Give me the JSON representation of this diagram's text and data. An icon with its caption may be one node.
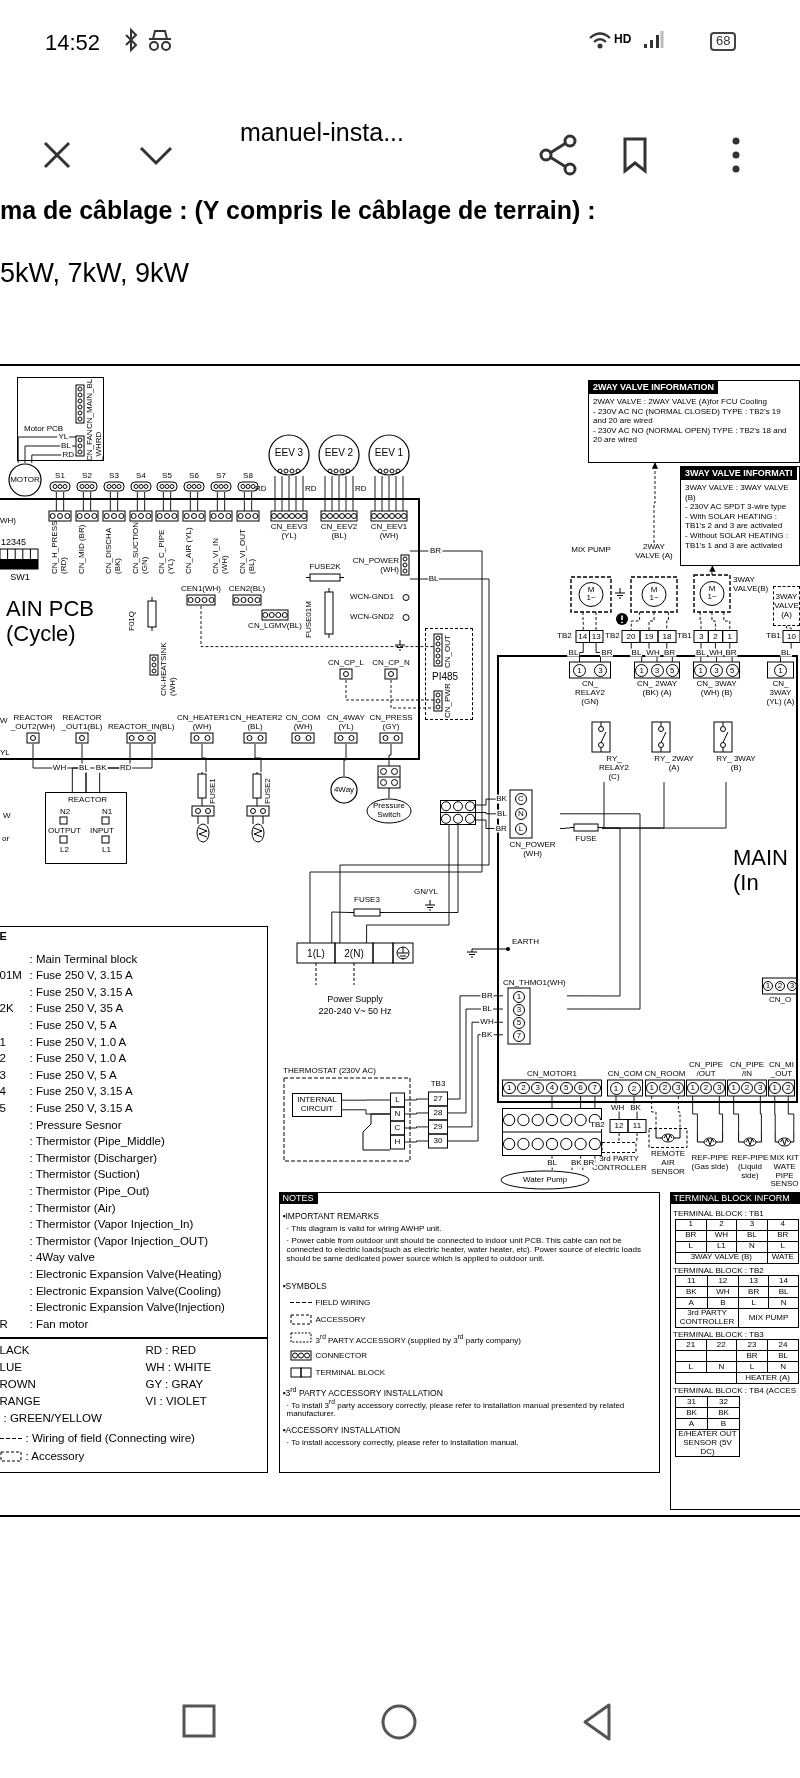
{
  "diagram": {
    "nodes": [
      {
        "text": [
          "AIN PCB (Cycle)"
        ]
      },
      {
        "text": [
          "Motor PCB"
        ]
      },
      {
        "text": [
          "CN_MAIN_BL"
        ],
        "in": 1
      },
      {
        "text": [
          "CN_FAN _WHRD"
        ],
        "in": 1
      },
      {
        "text": [
          "MOTOR"
        ]
      },
      {
        "text": [
          "12345",
          "SW1"
        ],
        "in": 0
      },
      {
        "text": [
          "S1"
        ]
      },
      {
        "text": [
          "S2"
        ]
      },
      {
        "text": [
          "S3"
        ]
      },
      {
        "text": [
          "S4"
        ]
      },
      {
        "text": [
          "S5"
        ]
      },
      {
        "text": [
          "S6"
        ]
      },
      {
        "text": [
          "S7"
        ]
      },
      {
        "text": [
          "S8"
        ]
      },
      {
        "text": [
          "CN_H_PRESS (RD)"
        ],
        "in": 0
      },
      {
        "text": [
          "CN_MID (BR)"
        ],
        "in": 0
      },
      {
        "text": [
          "CN_DISCHA (BK)"
        ],
        "in": 0
      },
      {
        "text": [
          "CN_SUCTION (GN)"
        ],
        "in": 0
      },
      {
        "text": [
          "CN_C_PIPE (YL)"
        ],
        "in": 0
      },
      {
        "text": [
          "CN_AIR (YL)"
        ],
        "in": 0
      },
      {
        "text": [
          "CN_VI_IN (WH)"
        ],
        "in": 0
      },
      {
        "text": [
          "CN_VI_OUT (BL)"
        ],
        "in": 0
      },
      {
        "text": [
          "EEV 3"
        ]
      },
      {
        "text": [
          "EEV 2"
        ]
      },
      {
        "text": [
          "EEV 1"
        ]
      },
      {
        "text": [
          "CN_EEV3 (YL)"
        ],
        "in": 0
      },
      {
        "text": [
          "CN_EEV2 (BL)"
        ],
        "in": 0
      },
      {
        "text": [
          "CN_EEV1 (WH)"
        ],
        "in": 0
      },
      {
        "text": [
          "CN_POWER (WH)"
        ],
        "in": 0
      },
      {
        "text": [
          "FUSE2K"
        ],
        "in": 0
      },
      {
        "text": [
          "WCN-GND1"
        ],
        "in": 0
      },
      {
        "text": [
          "WCN-GND2"
        ],
        "in": 0
      },
      {
        "text": [
          "CEN1(WH)"
        ],
        "in": 0
      },
      {
        "text": [
          "CEN2(BL)"
        ],
        "in": 0
      },
      {
        "text": [
          "CN_LGMV(BL)"
        ],
        "in": 0
      },
      {
        "text": [
          "F01Q"
        ],
        "in": 0
      },
      {
        "text": [
          "FUSE01M"
        ],
        "in": 0
      },
      {
        "text": [
          "CN-HEATSINK (WH)"
        ],
        "in": 0
      },
      {
        "text": [
          "CN_CP_L"
        ],
        "in": 0
      },
      {
        "text": [
          "CN_CP_N"
        ],
        "in": 0
      },
      {
        "text": [
          "REACTOR _OUT2(WH)"
        ],
        "in": 0
      },
      {
        "text": [
          "REACTOR _OUT1(BL)"
        ],
        "in": 0
      },
      {
        "text": [
          "REACTOR_IN(BL)"
        ],
        "in": 0
      },
      {
        "text": [
          "CN_HEATER1 (WH)"
        ],
        "in": 0
      },
      {
        "text": [
          "CN_HEATER2 (BL)"
        ],
        "in": 0
      },
      {
        "text": [
          "CN_COM (WH)"
        ],
        "in": 0
      },
      {
        "text": [
          "CN_4WAY (YL)"
        ],
        "in": 0
      },
      {
        "text": [
          "CN_PRESS (GY)"
        ],
        "in": 0
      },
      {
        "text": [
          "PI485"
        ]
      },
      {
        "text": [
          "CN_OUT"
        ],
        "in": 48
      },
      {
        "text": [
          "CN_PWR"
        ],
        "in": 48
      },
      {
        "text": [
          "REACTOR",
          "N2",
          "N1",
          "OUTPUT",
          "INPUT",
          "L2",
          "L1"
        ]
      },
      {
        "text": [
          "FUSE1"
        ]
      },
      {
        "text": [
          "FUSE2"
        ]
      },
      {
        "text": [
          "4Way"
        ]
      },
      {
        "text": [
          "Pressure Switch"
        ]
      },
      {
        "text": [
          "1(L)",
          "2(N)"
        ],
        "beside": [
          "Power Supply",
          "220-240 V~ 50 Hz"
        ]
      },
      {
        "text": [
          "FUSE3"
        ]
      },
      {
        "text": [],
        "shape": "box"
      },
      {
        "text": [
          "MAIN (In"
        ]
      },
      {
        "text": [
          "C",
          "N",
          "L",
          "CN_POWER (WH)"
        ],
        "in": 59
      },
      {
        "text": [
          "FUSE"
        ],
        "in": 59
      },
      {
        "text": [
          "1",
          "3",
          "CN_ RELAY2 (GN)"
        ],
        "in": 59
      },
      {
        "text": [
          "RY_ RELAY2 (C)"
        ],
        "in": 59
      },
      {
        "text": [
          "1",
          "3",
          "5",
          "CN_ 2WAY (BK) (A)"
        ],
        "in": 59
      },
      {
        "text": [
          "RY_ 2WAY (A)"
        ],
        "in": 59
      },
      {
        "text": [
          "1",
          "3",
          "5",
          "CN_ 3WAY (WH) (B)"
        ],
        "in": 59
      },
      {
        "text": [
          "RY_ 3WAY (B)"
        ],
        "in": 59
      },
      {
        "text": [
          "1",
          "CN_ 3WAY (YL) (A)"
        ],
        "in": 59
      },
      {
        "text": [
          "CN_THMO1(WH)",
          "1",
          "3",
          "5",
          "7"
        ],
        "in": 59
      },
      {
        "text": [
          "CN_MOTOR1",
          "1",
          "2",
          "3",
          "4",
          "5",
          "6",
          "7"
        ],
        "in": 59
      },
      {
        "text": [
          "CN_COM",
          "1",
          "2"
        ],
        "in": 59
      },
      {
        "text": [
          "CN_ROOM",
          "1",
          "2",
          "3"
        ],
        "in": 59
      },
      {
        "text": [
          "CN_PIPE /OUT",
          "1",
          "2",
          "3"
        ],
        "in": 59
      },
      {
        "text": [
          "CN_PIPE /IN",
          "1",
          "2",
          "3"
        ],
        "in": 59
      },
      {
        "text": [
          "CN_MI _OUT",
          "1",
          "2"
        ],
        "in": 59
      },
      {
        "text": [
          "1",
          "2",
          "3",
          "CN_O"
        ],
        "in": 59
      },
      {
        "text": [],
        "shape": "box"
      },
      {
        "text": [
          "Water Pump"
        ]
      },
      {
        "text": [
          "TB2",
          "12",
          "11"
        ]
      },
      {
        "text": [
          "3rd PARTY CONTROLLER"
        ]
      },
      {
        "text": [
          "REMOTE AIR SENSOR"
        ]
      },
      {
        "text": [
          "REF-PIPE (Gas side)"
        ]
      },
      {
        "text": [
          "REF-PIPE (Liquid side)"
        ]
      },
      {
        "text": [
          "MIX KIT WATE PIPE SENSO"
        ]
      },
      {
        "text": [
          "THERMOSTAT (230V AC)"
        ]
      },
      {
        "text": [
          "INTERNAL CIRCUIT"
        ],
        "in": 85
      },
      {
        "text": [
          "L",
          "N",
          "C",
          "H"
        ],
        "in": 85
      },
      {
        "text": [
          "TB3",
          "27",
          "28",
          "29",
          "30"
        ]
      },
      {
        "text": [
          "MIX PUMP",
          "M 1~"
        ]
      },
      {
        "text": [
          "2WAY VALVE (A)",
          "M 1~"
        ]
      },
      {
        "text": [
          "3WAY VALVE(B)",
          "M 1~"
        ]
      },
      {
        "text": [
          "3WAY VALVE (A)"
        ]
      },
      {
        "text": [
          "TB2",
          "14",
          "13"
        ]
      },
      {
        "text": [
          "TB2",
          "20",
          "19",
          "18"
        ]
      },
      {
        "text": [
          "TB1",
          "3",
          "2",
          "1"
        ]
      },
      {
        "text": [
          "TB1",
          "10"
        ]
      },
      {
        "text": [
          "2WAY VALVE INFORMATION",
          "2WAY VALVE : 2WAY VALVE (A)for FCU Cooling",
          "- 230V AC NC (NORMAL CLOSED) TYPE : TB2’s 19 and 20 are wired",
          "- 230V AC NO (NORMAL OPEN) TYPE : TB2’s 18 and 20 are wired"
        ]
      },
      {
        "text": [
          "3WAY VALVE INFORMATI",
          "3WAY VALVE : 3WAY VALVE (B)",
          "- 230V AC SPDT 3-wire type",
          "- With SOLAR HEATING :",
          "TB1’s 2 and 3 are activated",
          "- Without SOLAR HEATING :",
          "TB1’s 1 and 3 are activated"
        ]
      }
    ],
    "edges": [
      {
        "from": 4,
        "to": 3,
        "arrow": "none",
        "label": "YL"
      },
      {
        "from": 4,
        "to": 3,
        "arrow": "none",
        "label": "BL"
      },
      {
        "from": 4,
        "to": 3,
        "arrow": "none",
        "label": "RD"
      },
      {
        "from": 6,
        "to": 14,
        "arrow": "none"
      },
      {
        "from": 6,
        "to": 14,
        "arrow": "none"
      },
      {
        "from": 7,
        "to": 15,
        "arrow": "none"
      },
      {
        "from": 7,
        "to": 15,
        "arrow": "none"
      },
      {
        "from": 8,
        "to": 16,
        "arrow": "none"
      },
      {
        "from": 8,
        "to": 16,
        "arrow": "none"
      },
      {
        "from": 9,
        "to": 17,
        "arrow": "none"
      },
      {
        "from": 9,
        "to": 17,
        "arrow": "none"
      },
      {
        "from": 10,
        "to": 18,
        "arrow": "none"
      },
      {
        "from": 10,
        "to": 18,
        "arrow": "none"
      },
      {
        "from": 11,
        "to": 19,
        "arrow": "none"
      },
      {
        "from": 11,
        "to": 19,
        "arrow": "none"
      },
      {
        "from": 12,
        "to": 20,
        "arrow": "none"
      },
      {
        "from": 12,
        "to": 20,
        "arrow": "none"
      },
      {
        "from": 13,
        "to": 21,
        "arrow": "none"
      },
      {
        "from": 13,
        "to": 21,
        "arrow": "none"
      },
      {
        "from": 22,
        "to": 25,
        "arrow": "none"
      },
      {
        "from": 22,
        "to": 25,
        "arrow": "none"
      },
      {
        "from": 22,
        "to": 25,
        "arrow": "none"
      },
      {
        "from": 22,
        "to": 25,
        "arrow": "none"
      },
      {
        "from": 22,
        "to": 25,
        "arrow": "none"
      },
      {
        "from": 23,
        "to": 26,
        "arrow": "none"
      },
      {
        "from": 23,
        "to": 26,
        "arrow": "none"
      },
      {
        "from": 23,
        "to": 26,
        "arrow": "none"
      },
      {
        "from": 23,
        "to": 26,
        "arrow": "none"
      },
      {
        "from": 23,
        "to": 26,
        "arrow": "none"
      },
      {
        "from": 24,
        "to": 27,
        "arrow": "none"
      },
      {
        "from": 24,
        "to": 27,
        "arrow": "none"
      },
      {
        "from": 24,
        "to": 27,
        "arrow": "none"
      },
      {
        "from": 24,
        "to": 27,
        "arrow": "none"
      },
      {
        "from": 24,
        "to": 27,
        "arrow": "none"
      },
      {
        "from": 28,
        "to": 56,
        "arrow": "none",
        "label": "BR"
      },
      {
        "from": 28,
        "to": 56,
        "arrow": "none",
        "label": "BL"
      },
      {
        "from": 56,
        "to": 57,
        "arrow": "none"
      },
      {
        "from": 57,
        "to": 58,
        "arrow": "none"
      },
      {
        "from": 56,
        "to": 58,
        "arrow": "none"
      },
      {
        "from": 58,
        "to": 60,
        "arrow": "none",
        "label": "BK"
      },
      {
        "from": 58,
        "to": 60,
        "arrow": "none",
        "label": "BL"
      },
      {
        "from": 58,
        "to": 60,
        "arrow": "none",
        "label": "BR"
      },
      {
        "from": 32,
        "to": 49,
        "arrow": "none",
        "style": "dashed"
      },
      {
        "from": 38,
        "to": 50,
        "arrow": "none",
        "style": "dashed"
      },
      {
        "from": 39,
        "to": 50,
        "arrow": "none",
        "style": "dashed"
      },
      {
        "from": 40,
        "to": 51,
        "arrow": "none",
        "label": "WH"
      },
      {
        "from": 41,
        "to": 51,
        "arrow": "none",
        "label": "BL"
      },
      {
        "from": 42,
        "to": 51,
        "arrow": "none",
        "label": "BK"
      },
      {
        "from": 42,
        "to": 51,
        "arrow": "none",
        "label": "RD"
      },
      {
        "from": 43,
        "to": 52,
        "arrow": "none"
      },
      {
        "from": 44,
        "to": 53,
        "arrow": "none"
      },
      {
        "from": 46,
        "to": 54,
        "arrow": "none"
      },
      {
        "from": 47,
        "to": 55,
        "arrow": "none"
      },
      {
        "from": 90,
        "to": 97,
        "arrow": "to",
        "style": "dashed"
      },
      {
        "from": 91,
        "to": 98,
        "arrow": "to",
        "style": "dashed"
      },
      {
        "from": 89,
        "to": 93,
        "arrow": "none",
        "style": "dashed"
      },
      {
        "from": 89,
        "to": 93,
        "arrow": "none",
        "style": "dashed"
      },
      {
        "from": 90,
        "to": 94,
        "arrow": "none",
        "style": "dashed"
      },
      {
        "from": 90,
        "to": 94,
        "arrow": "none",
        "style": "dashed"
      },
      {
        "from": 90,
        "to": 94,
        "arrow": "none",
        "style": "dashed"
      },
      {
        "from": 91,
        "to": 95,
        "arrow": "none",
        "style": "dashed"
      },
      {
        "from": 91,
        "to": 95,
        "arrow": "none",
        "style": "dashed"
      },
      {
        "from": 91,
        "to": 95,
        "arrow": "none",
        "style": "dashed"
      },
      {
        "from": 92,
        "to": 96,
        "arrow": "none",
        "style": "dashed"
      },
      {
        "from": 93,
        "to": 62,
        "arrow": "none",
        "label": "BL"
      },
      {
        "from": 93,
        "to": 62,
        "arrow": "none",
        "label": "BR"
      },
      {
        "from": 94,
        "to": 64,
        "arrow": "none",
        "label": "BL"
      },
      {
        "from": 94,
        "to": 64,
        "arrow": "none",
        "label": "WH"
      },
      {
        "from": 94,
        "to": 64,
        "arrow": "none",
        "label": "BR"
      },
      {
        "from": 95,
        "to": 66,
        "arrow": "none",
        "label": "BL"
      },
      {
        "from": 95,
        "to": 66,
        "arrow": "none",
        "label": "WH"
      },
      {
        "from": 95,
        "to": 66,
        "arrow": "none",
        "label": "BR"
      },
      {
        "from": 96,
        "to": 68,
        "arrow": "none",
        "label": "BL"
      },
      {
        "from": 60,
        "to": 61,
        "arrow": "none"
      },
      {
        "from": 61,
        "to": 63,
        "arrow": "none"
      },
      {
        "from": 61,
        "to": 65,
        "arrow": "none"
      },
      {
        "from": 61,
        "to": 67,
        "arrow": "none"
      },
      {
        "from": 61,
        "to": 69,
        "arrow": "none"
      },
      {
        "from": 60,
        "to": 69,
        "arrow": "none"
      },
      {
        "from": 69,
        "to": 88,
        "arrow": "none",
        "label": "BR"
      },
      {
        "from": 69,
        "to": 88,
        "arrow": "none",
        "label": "BL"
      },
      {
        "from": 69,
        "to": 88,
        "arrow": "none",
        "label": "WH"
      },
      {
        "from": 69,
        "to": 88,
        "arrow": "none",
        "label": "BK"
      },
      {
        "from": 87,
        "to": 88,
        "arrow": "none"
      },
      {
        "from": 87,
        "to": 88,
        "arrow": "none"
      },
      {
        "from": 87,
        "to": 88,
        "arrow": "none"
      },
      {
        "from": 87,
        "to": 88,
        "arrow": "none"
      },
      {
        "from": 70,
        "to": 77,
        "arrow": "none"
      },
      {
        "from": 70,
        "to": 77,
        "arrow": "none"
      },
      {
        "from": 70,
        "to": 77,
        "arrow": "none"
      },
      {
        "from": 77,
        "to": 78,
        "arrow": "none",
        "label": "BL"
      },
      {
        "from": 77,
        "to": 78,
        "arrow": "none",
        "label": "BK"
      },
      {
        "from": 77,
        "to": 78,
        "arrow": "none",
        "label": "BR"
      },
      {
        "from": 71,
        "to": 79,
        "arrow": "none",
        "label": "WH"
      },
      {
        "from": 71,
        "to": 79,
        "arrow": "none",
        "label": "BK"
      },
      {
        "from": 79,
        "to": 80,
        "arrow": "none",
        "style": "dashed"
      },
      {
        "from": 79,
        "to": 80,
        "arrow": "none",
        "style": "dashed"
      },
      {
        "from": 72,
        "to": 81,
        "arrow": "none",
        "style": "dashed"
      },
      {
        "from": 72,
        "to": 81,
        "arrow": "none",
        "style": "dashed"
      },
      {
        "from": 73,
        "to": 82,
        "arrow": "none"
      },
      {
        "from": 73,
        "to": 82,
        "arrow": "none"
      },
      {
        "from": 74,
        "to": 83,
        "arrow": "none"
      },
      {
        "from": 74,
        "to": 83,
        "arrow": "none"
      },
      {
        "from": 75,
        "to": 84,
        "arrow": "none"
      },
      {
        "from": 75,
        "to": 84,
        "arrow": "none"
      },
      {
        "from": 86,
        "to": 87,
        "arrow": "none"
      },
      {
        "from": 86,
        "to": 87,
        "arrow": "none"
      }
    ],
    "labels": [
      "14:52",
      "HD",
      "68",
      "manuel-insta...",
      "ma de câblage : (Y compris le câblage de terrain) :",
      "5kW, 7kW, 9kW",
      "WH)",
      "RD",
      "RD",
      "RD",
      "W",
      "YL",
      "W",
      "or",
      "GN/YL",
      "EARTH",
      "E",
      ": Main Terminal block",
      "01M",
      ": Fuse 250 V, 3.15 A",
      ": Fuse 250 V, 3.15 A",
      "2K",
      ": Fuse 250 V, 35 A",
      ": Fuse 250 V, 5 A",
      "1",
      ": Fuse 250 V, 1.0 A",
      "2",
      ": Fuse 250 V, 1.0 A",
      "3",
      ": Fuse 250 V, 5 A",
      "4",
      ": Fuse 250 V, 3.15 A",
      "5",
      ": Fuse 250 V, 3.15 A",
      ": Pressure Sesnor",
      ": Thermistor (Pipe_Middle)",
      ": Thermistor (Discharger)",
      ": Thermistor (Suction)",
      ": Thermistor (Pipe_Out)",
      ": Thermistor (Air)",
      ": Thermistor (Vapor Injection_In)",
      ": Thermistor (Vapor Injection_OUT)",
      ": 4Way valve",
      ": Electronic Expansion Valve(Heating)",
      ": Electronic Expansion Valve(Cooling)",
      ": Electronic Expansion Valve(Injection)",
      "R",
      ": Fan motor",
      "LACK",
      "RD : RED",
      "LUE",
      "WH : WHITE",
      "ROWN",
      "GY : GRAY",
      "RANGE",
      "VI : VIOLET",
      ": GREEN/YELLOW",
      "NOTES",
      "▪IMPORTANT REMARKS",
      "· This diagram is valid for wiring AWHP unit.",
      "· Power cable from outdoor unit should be connected to indoor unit PCB. This cable can not be connected to electric loads(such as electric heater, water heater, etc). Power source of electric loads should be same dedicated power source which is applied to outdoor unit.",
      "▪SYMBOLS",
      "▪3$^{rd}$ PARTY ACCESSORY INSTALLATION",
      "· To install 3$^{rd}$ party accessory correctly, please refer to installation manual presented by related manufacturer.",
      "▪ACCESSORY INSTALLATION",
      "· To install accessory correctly, please refer to installation manual.",
      "TERMINAL BLOCK INFORM",
      "TERMINAL BLOCK : TB1",
      "1",
      "2",
      "3",
      "4",
      "BR",
      "WH",
      "BL",
      "BR",
      "L",
      "L1",
      "N",
      "L",
      "3WAY VALVE (B)",
      "WATE",
      "TERMINAL BLOCK : TB2",
      "11",
      "12",
      "13",
      "14",
      "BK",
      "WH",
      "BR",
      "BL",
      "A",
      "B",
      "L",
      "N",
      "3rd PARTY CONTROLLER",
      "MIX PUMP",
      "TERMINAL BLOCK : TB3",
      "21",
      "22",
      "23",
      "24",
      "BR",
      "BL",
      "L",
      "N",
      "L",
      "N",
      "HEATER (A)",
      "TERMINAL BLOCK : TB4 (ACCES",
      "31",
      "32",
      "BK",
      "BK",
      "A",
      "B",
      "E/HEATER OUT SENSOR (5V DC)"
    ],
    "legend": [
      {
        "text": ": Wiring of field (Connecting wire)"
      },
      {
        "text": ": Accessory"
      },
      {
        "text": "FIELD WIRING"
      },
      {
        "text": "ACCESSORY"
      },
      {
        "text": "3$^{rd}$ PARTY ACCESSORY (supplied by 3$^{rd}$ party company)"
      },
      {
        "text": "CONNECTOR"
      },
      {
        "text": "TERMINAL BLOCK"
      }
    ]
  }
}
